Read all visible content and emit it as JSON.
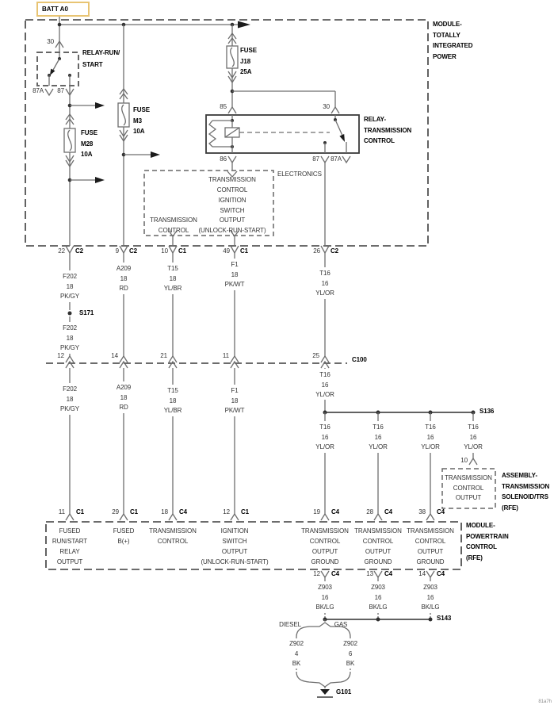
{
  "diagram": {
    "batt_label": "BATT A0",
    "watermark": "81a7h",
    "tipm": {
      "name_lines": [
        "MODULE-",
        "TOTALLY",
        "INTEGRATED",
        "POWER"
      ],
      "relay_run_start": {
        "name_lines": [
          "RELAY-RUN/",
          "START"
        ],
        "pin_30": "30",
        "pin_87a": "87A",
        "pin_87": "87"
      },
      "fuse_m28": {
        "lines": [
          "FUSE",
          "M28",
          "10A"
        ]
      },
      "fuse_m3": {
        "lines": [
          "FUSE",
          "M3",
          "10A"
        ]
      },
      "fuse_j18": {
        "lines": [
          "FUSE",
          "J18",
          "25A"
        ]
      },
      "relay_trans": {
        "name_lines": [
          "RELAY-",
          "TRANSMISSION",
          "CONTROL"
        ],
        "pin_85": "85",
        "pin_30": "30",
        "pin_86": "86",
        "pin_87": "87",
        "pin_87a": "87A"
      },
      "electronics": {
        "label": "ELECTRONICS",
        "tc_top": [
          "TRANSMISSION",
          "CONTROL"
        ],
        "ign": [
          "IGNITION",
          "SWITCH",
          "OUTPUT",
          "(UNLOCK-RUN-START)"
        ],
        "tc_left": [
          "TRANSMISSION",
          "CONTROL"
        ]
      }
    },
    "exits": [
      {
        "pin": "22",
        "conn": "C2"
      },
      {
        "pin": "9",
        "conn": "C2"
      },
      {
        "pin": "10",
        "conn": "C1"
      },
      {
        "pin": "49",
        "conn": "C1"
      },
      {
        "pin": "26",
        "conn": "C2"
      }
    ],
    "wires1": [
      [
        "F202",
        "18",
        "PK/GY"
      ],
      [
        "A209",
        "18",
        "RD"
      ],
      [
        "T15",
        "18",
        "YL/BR"
      ],
      [
        "F1",
        "18",
        "PK/WT"
      ],
      [
        "T16",
        "16",
        "YL/OR"
      ]
    ],
    "s171": "S171",
    "wire_s171": [
      "F202",
      "18",
      "PK/GY"
    ],
    "c100": {
      "label": "C100",
      "pins": [
        "12",
        "14",
        "21",
        "11",
        "25"
      ]
    },
    "wires2": [
      [
        "F202",
        "18",
        "PK/GY"
      ],
      [
        "A209",
        "18",
        "RD"
      ],
      [
        "T15",
        "18",
        "YL/BR"
      ],
      [
        "F1",
        "18",
        "PK/WT"
      ],
      [
        "T16",
        "16",
        "YL/OR"
      ]
    ],
    "s136": "S136",
    "s136_wires": [
      [
        "T16",
        "16",
        "YL/OR"
      ],
      [
        "T16",
        "16",
        "YL/OR"
      ],
      [
        "T16",
        "16",
        "YL/OR"
      ],
      [
        "T16",
        "16",
        "YL/OR"
      ]
    ],
    "assembly": {
      "pin": "10",
      "inner": [
        "TRANSMISSION",
        "CONTROL",
        "OUTPUT"
      ],
      "name_lines": [
        "ASSEMBLY-",
        "TRANSMISSION",
        "SOLENOID/TRS",
        "(RFE)"
      ]
    },
    "pcm": {
      "name_lines": [
        "MODULE-",
        "POWERTRAIN",
        "CONTROL",
        "(RFE)"
      ],
      "pins_top": [
        {
          "pin": "11",
          "conn": "C1"
        },
        {
          "pin": "29",
          "conn": "C1"
        },
        {
          "pin": "18",
          "conn": "C4"
        },
        {
          "pin": "12",
          "conn": "C1"
        },
        {
          "pin": "19",
          "conn": "C4"
        },
        {
          "pin": "28",
          "conn": "C4"
        },
        {
          "pin": "38",
          "conn": "C4"
        }
      ],
      "labels": [
        [
          "FUSED",
          "RUN/START",
          "RELAY",
          "OUTPUT"
        ],
        [
          "FUSED",
          "B(+)"
        ],
        [
          "TRANSMISSION",
          "CONTROL"
        ],
        [
          "IGNITION",
          "SWITCH",
          "OUTPUT",
          "(UNLOCK-RUN-START)"
        ],
        [
          "TRANSMISSION",
          "CONTROL",
          "OUTPUT"
        ],
        [
          "TRANSMISSION",
          "CONTROL",
          "OUTPUT"
        ],
        [
          "TRANSMISSION",
          "CONTROL",
          "OUTPUT"
        ]
      ],
      "grounds": [
        "GROUND",
        "GROUND",
        "GROUND"
      ],
      "pins_bottom": [
        {
          "pin": "12",
          "conn": "C4"
        },
        {
          "pin": "13",
          "conn": "C4"
        },
        {
          "pin": "14",
          "conn": "C4"
        }
      ]
    },
    "z903_wires": [
      [
        "Z903",
        "16",
        "BK/LG"
      ],
      [
        "Z903",
        "16",
        "BK/LG"
      ],
      [
        "Z903",
        "16",
        "BK/LG"
      ]
    ],
    "s143": "S143",
    "branch": {
      "left": "DIESEL",
      "right": "GAS",
      "left_wire": [
        "Z902",
        "4",
        "BK"
      ],
      "right_wire": [
        "Z902",
        "6",
        "BK"
      ]
    },
    "g101": "G101"
  },
  "colors": {
    "batt_box_border": "#e8c473",
    "wire": "#6e6e6e",
    "line_dark": "#3b3b3b"
  }
}
